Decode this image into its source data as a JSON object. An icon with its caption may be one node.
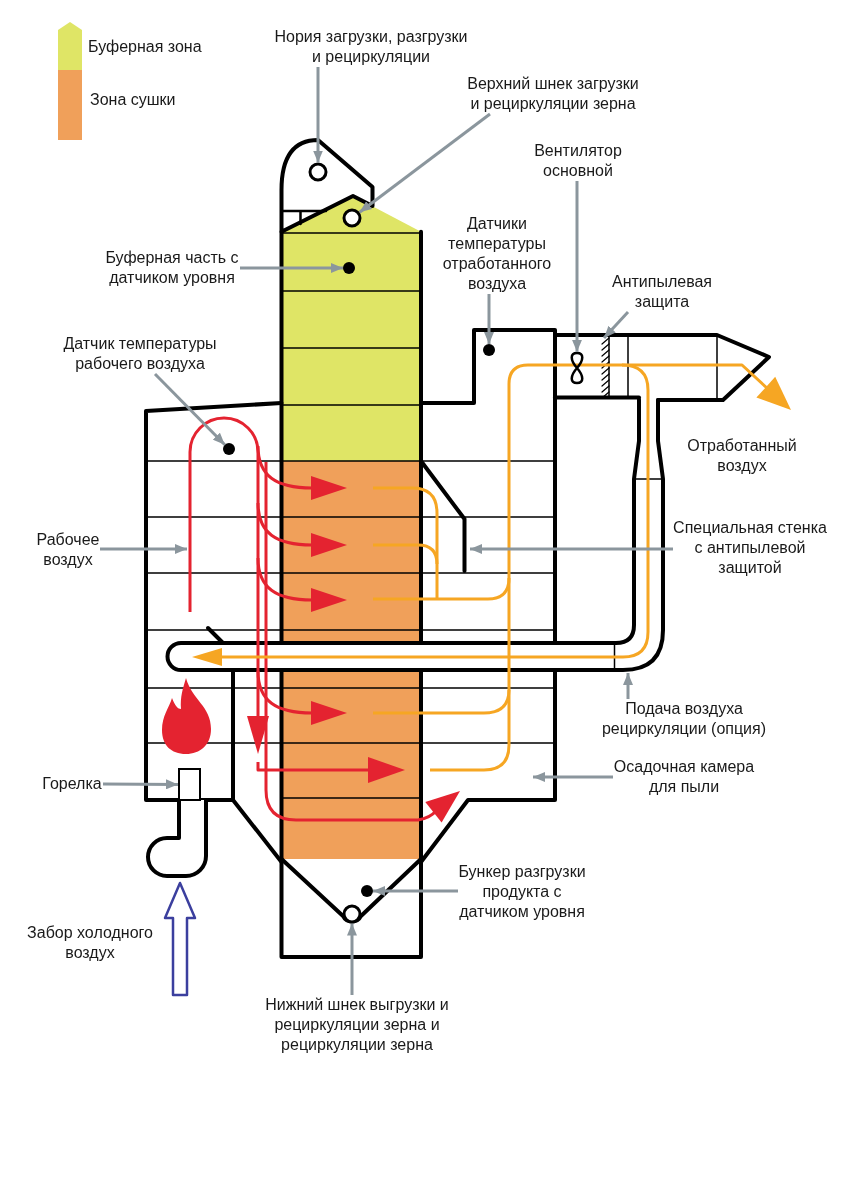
{
  "diagram": {
    "nodes": [
      {
        "text": [
          "Нория загрузки, разгрузки и рециркуляции"
        ]
      },
      {
        "text": [
          "Верхний шнек загрузки и рециркуляции зерна"
        ]
      },
      {
        "text": [
          "Вентилятор основной"
        ]
      },
      {
        "text": [
          "Буферная часть с датчиком уровня"
        ]
      },
      {
        "text": [
          "Датчики температуры отработанного воздуха"
        ]
      },
      {
        "text": [
          "Антипылевая защита"
        ]
      },
      {
        "text": [
          "Датчик температуры рабочего воздуха"
        ]
      },
      {
        "text": [
          "Рабочее воздух"
        ]
      },
      {
        "text": [
          "Специальная стенка с антипылевой защитой"
        ]
      },
      {
        "text": [
          "Подача воздуха рециркуляции (опция)"
        ]
      },
      {
        "text": [
          "Горелка"
        ]
      },
      {
        "text": [
          "Осадочная камера для пыли"
        ]
      },
      {
        "text": [
          "Бункер разгрузки продукта с датчиком уровня"
        ]
      },
      {
        "text": [
          "Нижний шнек выгрузки и рециркуляции зерна и рециркуляции зерна"
        ]
      },
      {
        "text": [],
        "shape": "circle"
      },
      {
        "text": [],
        "shape": "circle"
      },
      {
        "text": [],
        "shape": "circle"
      },
      {
        "text": [],
        "shape": "circle"
      },
      {
        "text": [],
        "shape": "circle"
      },
      {
        "text": [],
        "shape": "box"
      },
      {
        "text": [],
        "shape": "circle"
      },
      {
        "text": [],
        "shape": "circle"
      },
      {
        "text": [],
        "shape": "picture"
      }
    ],
    "edges": [
      {
        "from": 0,
        "to": 14,
        "arrow": "to"
      },
      {
        "from": 1,
        "to": 15,
        "arrow": "to"
      },
      {
        "from": 2,
        "to": 22,
        "arrow": "to"
      },
      {
        "from": 3,
        "to": 16,
        "arrow": "to"
      },
      {
        "from": 4,
        "to": 17,
        "arrow": "to"
      },
      {
        "from": 5,
        "to": null,
        "arrow": "to"
      },
      {
        "from": 6,
        "to": 18,
        "arrow": "to"
      },
      {
        "from": 7,
        "to": null,
        "arrow": "to"
      },
      {
        "from": 8,
        "to": null,
        "arrow": "to"
      },
      {
        "from": 9,
        "to": null,
        "arrow": "to"
      },
      {
        "from": 10,
        "to": 19,
        "arrow": "to"
      },
      {
        "from": 11,
        "to": null,
        "arrow": "to"
      },
      {
        "from": 12,
        "to": 20,
        "arrow": "to"
      },
      {
        "from": 13,
        "to": 21,
        "arrow": "to"
      }
    ],
    "labels": [
      "Отработанный воздух",
      "Забор холодного воздух"
    ],
    "legend": [
      {
        "text": "Буферная зона",
        "color": "#dfe566"
      },
      {
        "text": "Зона сушки",
        "color": "#f0a05a"
      }
    ]
  }
}
